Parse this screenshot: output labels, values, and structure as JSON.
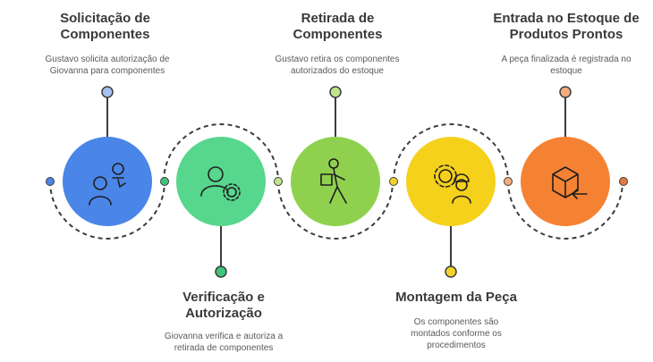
{
  "steps": [
    {
      "id": "solicitacao",
      "title": "Solicitação de Componentes",
      "description": "Gustavo solicita autorização de Giovanna para componentes",
      "fill": "#4a86e8",
      "dot": "#a6c1ee",
      "icon": "person-request-icon"
    },
    {
      "id": "verificacao",
      "title": "Verificação e Autorização",
      "description": "Giovanna verifica e autoriza a retirada de componentes",
      "fill": "#57d68d",
      "dot": "#40c47a",
      "icon": "person-gear-icon"
    },
    {
      "id": "retirada",
      "title": "Retirada de Componentes",
      "description": "Gustavo retira os componentes autorizados do estoque",
      "fill": "#8fd14f",
      "dot": "#bde58a",
      "icon": "person-carrying-box-icon"
    },
    {
      "id": "montagem",
      "title": "Montagem da Peça",
      "description": "Os componentes são montados conforme os procedimentos",
      "fill": "#f5d11c",
      "dot": "#f2d32a",
      "icon": "gears-worker-icon"
    },
    {
      "id": "entrada",
      "title": "Entrada no Estoque de Produtos Prontos",
      "description": "A peça finalizada é registrada no estoque",
      "fill": "#f58233",
      "dot": "#f4ad7e",
      "icon": "box-arrow-in-icon"
    }
  ],
  "colors": {
    "connector": "#3c3c3c",
    "end_dot_left": "#4a86e8",
    "end_dot_right": "#e07b3a"
  }
}
